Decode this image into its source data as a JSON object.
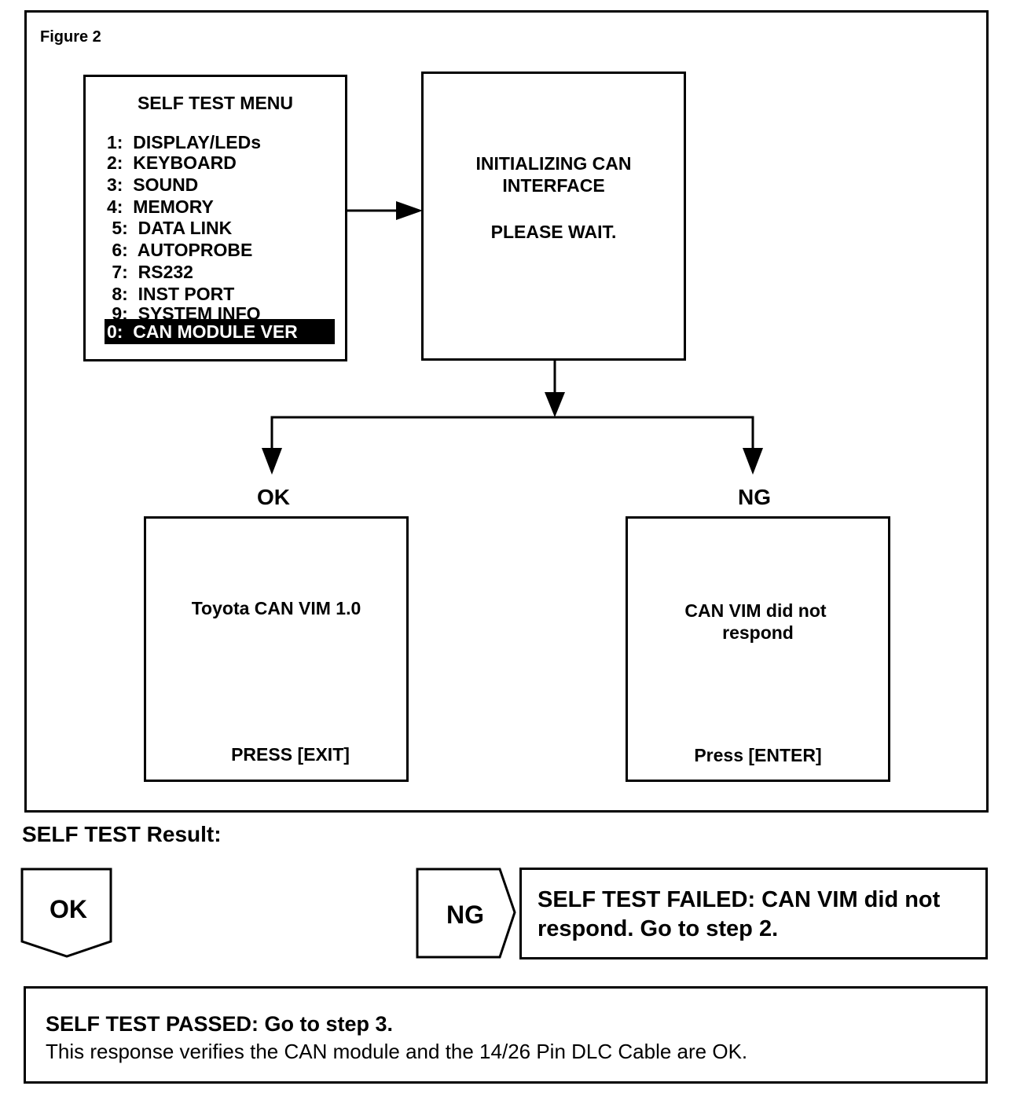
{
  "figure_label": "Figure 2",
  "menu": {
    "title": "SELF TEST MENU",
    "items": [
      "1:  DISPLAY/LEDs",
      "2:  KEYBOARD",
      "3:  SOUND",
      "4:  MEMORY",
      " 5:  DATA LINK",
      " 6:  AUTOPROBE",
      " 7:  RS232",
      " 8:  INST PORT",
      " 9:  SYSTEM INFO"
    ],
    "selected_item": "0:  CAN MODULE VER"
  },
  "init_screen": {
    "line1": "INITIALIZING CAN",
    "line2": "INTERFACE",
    "line3": "PLEASE WAIT."
  },
  "branches": {
    "ok_label": "OK",
    "ng_label": "NG"
  },
  "ok_screen": {
    "message": "Toyota CAN VIM 1.0",
    "footer": "PRESS [EXIT]"
  },
  "ng_screen": {
    "line1": "CAN VIM did not",
    "line2": "respond",
    "footer": "Press [ENTER]"
  },
  "result": {
    "title": "SELF TEST Result:",
    "ok_tag": "OK",
    "ng_tag": "NG",
    "fail_message_bold": "SELF TEST FAILED: CAN VIM did not respond. Go to step 2.",
    "pass_title": "SELF TEST PASSED: Go to step 3.",
    "pass_description": "This response verifies the CAN module and the 14/26 Pin DLC Cable are OK."
  }
}
